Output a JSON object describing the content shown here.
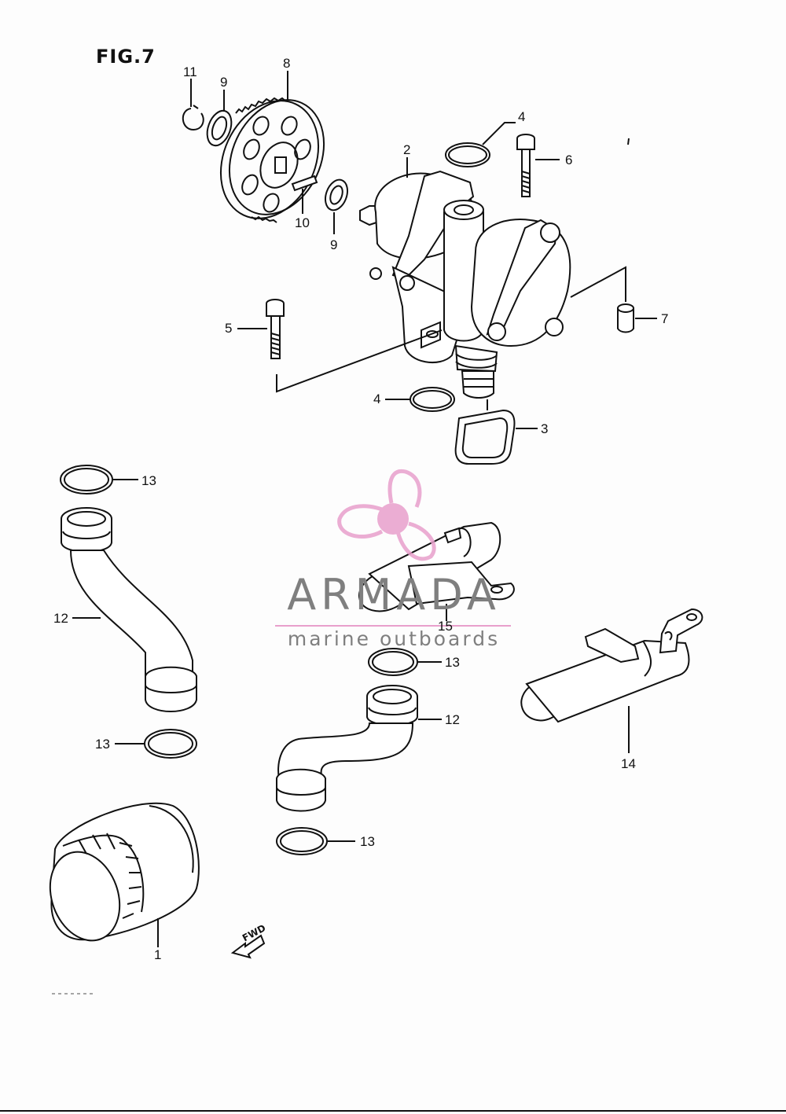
{
  "figure": {
    "title": "FIG.7"
  },
  "callouts": [
    {
      "id": "c11a",
      "text": "11"
    },
    {
      "id": "c9a",
      "text": "9"
    },
    {
      "id": "c8",
      "text": "8"
    },
    {
      "id": "c4a",
      "text": "4"
    },
    {
      "id": "c2",
      "text": "2"
    },
    {
      "id": "c6",
      "text": "6"
    },
    {
      "id": "c10",
      "text": "10"
    },
    {
      "id": "c9b",
      "text": "9"
    },
    {
      "id": "c5",
      "text": "5"
    },
    {
      "id": "c7",
      "text": "7"
    },
    {
      "id": "c4b",
      "text": "4"
    },
    {
      "id": "c3",
      "text": "3"
    },
    {
      "id": "c13a",
      "text": "13"
    },
    {
      "id": "c12a",
      "text": "12"
    },
    {
      "id": "c15",
      "text": "15"
    },
    {
      "id": "c13b",
      "text": "13"
    },
    {
      "id": "c12b",
      "text": "12"
    },
    {
      "id": "c14",
      "text": "14"
    },
    {
      "id": "c13c",
      "text": "13"
    },
    {
      "id": "c13d",
      "text": "13"
    },
    {
      "id": "c1",
      "text": "1"
    }
  ],
  "watermark": {
    "name": "ARMADA",
    "tagline": "marine outboards",
    "color": "#7f7f7f",
    "accent": "#e8a0cc",
    "icon": "propeller-logo-icon"
  },
  "fwd_marker": {
    "text": "FWD",
    "icon": "forward-arrow-icon"
  }
}
